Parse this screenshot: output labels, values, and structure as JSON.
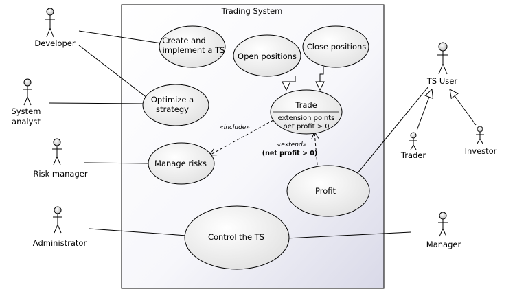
{
  "system": {
    "title": "Trading System"
  },
  "actors": {
    "developer": "Developer",
    "system_analyst_line1": "System",
    "system_analyst_line2": "analyst",
    "risk_manager": "Risk manager",
    "administrator": "Administrator",
    "ts_user": "TS User",
    "trader": "Trader",
    "investor": "Investor",
    "manager": "Manager"
  },
  "use_cases": {
    "create_line1": "Create and",
    "create_line2": "implement a TS",
    "open_positions": "Open positions",
    "close_positions": "Close positions",
    "optimize_line1": "Optimize a",
    "optimize_line2": "strategy",
    "trade": "Trade",
    "trade_ext_header": "extension points",
    "trade_ext_point": "net profit > 0",
    "manage_risks": "Manage risks",
    "profit": "Profit",
    "control": "Control the TS"
  },
  "relations": {
    "include_label": "«include»",
    "extend_label": "«extend»",
    "extend_condition": "(net profit > 0)"
  },
  "colors": {
    "use_case_fill_light": "#ffffff",
    "use_case_fill_dark": "#e4e4e4",
    "system_fill_light": "#ffffff",
    "system_fill_dark": "#dcdcea",
    "stroke": "#000000",
    "actor_head": "#d8d8d8"
  }
}
